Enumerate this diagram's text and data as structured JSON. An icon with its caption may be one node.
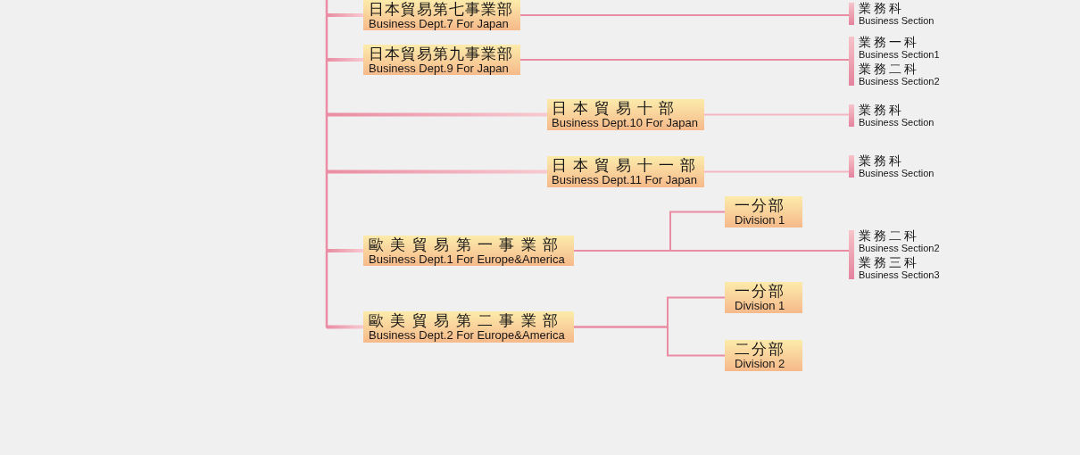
{
  "diagram": {
    "nodes": [
      {
        "text": [
          "日本貿易第七事業部",
          "Business Dept.7 For Japan"
        ]
      },
      {
        "text": [
          "業務科",
          "Business Section"
        ]
      },
      {
        "text": [
          "日本貿易第九事業部",
          "Business Dept.9 For Japan"
        ]
      },
      {
        "text": [
          "業務一科",
          "Business Section1"
        ]
      },
      {
        "text": [
          "業務二科",
          "Business Section2"
        ]
      },
      {
        "text": [
          "日本貿易十部",
          "Business Dept.10 For Japan"
        ]
      },
      {
        "text": [
          "業務科",
          "Business Section"
        ]
      },
      {
        "text": [
          "日本貿易十一部",
          "Business Dept.11 For Japan"
        ]
      },
      {
        "text": [
          "業務科",
          "Business Section"
        ]
      },
      {
        "text": [
          "歐美貿易第一事業部",
          "Business Dept.1 For Europe&America"
        ]
      },
      {
        "text": [
          "一分部",
          "Division 1"
        ]
      },
      {
        "text": [
          "業務二科",
          "Business Section2"
        ]
      },
      {
        "text": [
          "業務三科",
          "Business Section3"
        ]
      },
      {
        "text": [
          "歐美貿易第二事業部",
          "Business Dept.2 For Europe&America"
        ]
      },
      {
        "text": [
          "一分部",
          "Division 1"
        ]
      },
      {
        "text": [
          "二分部",
          "Division 2"
        ]
      }
    ],
    "edges": [
      {
        "from": null,
        "to": 0,
        "arrow": "none"
      },
      {
        "from": null,
        "to": 2,
        "arrow": "none"
      },
      {
        "from": null,
        "to": 5,
        "arrow": "none"
      },
      {
        "from": null,
        "to": 7,
        "arrow": "none"
      },
      {
        "from": null,
        "to": 9,
        "arrow": "none"
      },
      {
        "from": null,
        "to": 13,
        "arrow": "none"
      },
      {
        "from": 0,
        "to": 1,
        "arrow": "none"
      },
      {
        "from": 2,
        "to": 3,
        "arrow": "none"
      },
      {
        "from": 2,
        "to": 4,
        "arrow": "none"
      },
      {
        "from": 5,
        "to": 6,
        "arrow": "none",
        "color": "#f3b6c1"
      },
      {
        "from": 7,
        "to": 8,
        "arrow": "none",
        "color": "#f3b6c1"
      },
      {
        "from": 9,
        "to": 10,
        "arrow": "none"
      },
      {
        "from": 9,
        "to": 11,
        "arrow": "none"
      },
      {
        "from": 9,
        "to": 12,
        "arrow": "none"
      },
      {
        "from": 13,
        "to": 14,
        "arrow": "none"
      },
      {
        "from": 13,
        "to": 15,
        "arrow": "none"
      }
    ]
  }
}
